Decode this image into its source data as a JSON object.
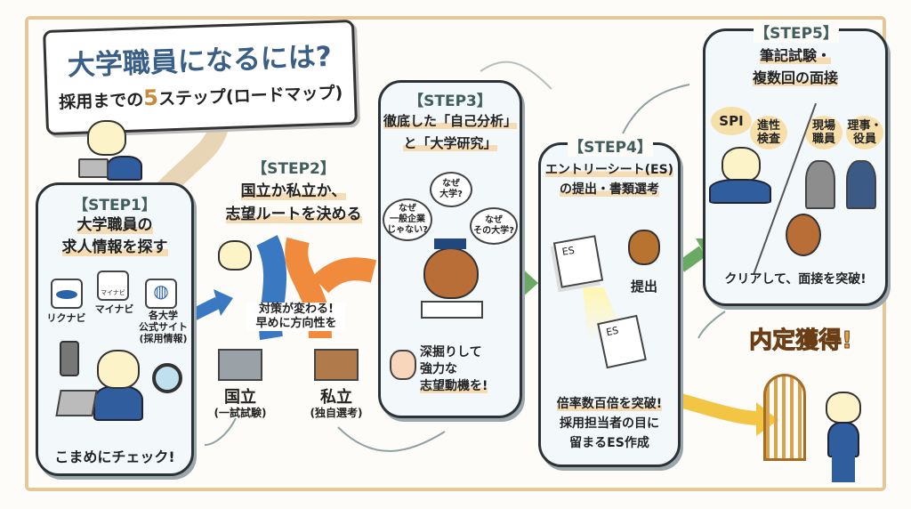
{
  "banner": {
    "title": "大学職員になるには?",
    "subtitle_pre": "採用までの",
    "subtitle_num": "5",
    "subtitle_post": "ステップ(ロードマップ)"
  },
  "step1": {
    "label": "【STEP1】",
    "line1": "大学職員の",
    "line2": "求人情報を探す",
    "sites": [
      "リクナビ",
      "マイナビ",
      "各大学\n公式サイト\n(採用情報)"
    ],
    "logo_text": "マイナビ",
    "footer": "こまめにチェック!"
  },
  "step2": {
    "label": "【STEP2】",
    "line1": "国立か私立か、",
    "line2": "志望ルートを決める",
    "note1": "対策が変わる!",
    "note2": "早めに方向性を",
    "national": "国立",
    "national_sub": "(一試試験)",
    "private": "私立",
    "private_sub": "(独自選考)"
  },
  "step3": {
    "label": "【STEP3】",
    "line1": "徹底した「自己分析」",
    "line2": "と「大学研究」",
    "thoughts": [
      "なぜ\n大学?",
      "なぜ\n一般企業\nじゃない?",
      "なぜ\nその大学?"
    ],
    "footer": [
      "深掘りして",
      "強力な",
      "志望動機を!"
    ]
  },
  "step4": {
    "label": "【STEP4】",
    "line1": "エントリーシート(ES)",
    "line2": "の提出・書類選考",
    "doc_label": "ES",
    "submit": "提出",
    "footer": [
      "倍率数百倍を突破!",
      "採用担当者の目に",
      "留まるES作成"
    ]
  },
  "step5": {
    "label": "【STEP5】",
    "line1": "筆記試験・",
    "line2": "複数回の面接",
    "bubbles": [
      "SPI",
      "進性\n検査",
      "現場\n職員",
      "理事・\n役員"
    ],
    "footer": "クリアして、面接を突破!"
  },
  "goal": {
    "text": "内定獲得!"
  },
  "colors": {
    "accent": "#3f5d5d",
    "national": "#3a79c1",
    "private": "#f08a3c",
    "arrow_green": "#6aa964",
    "gold": "#c98a3a"
  }
}
